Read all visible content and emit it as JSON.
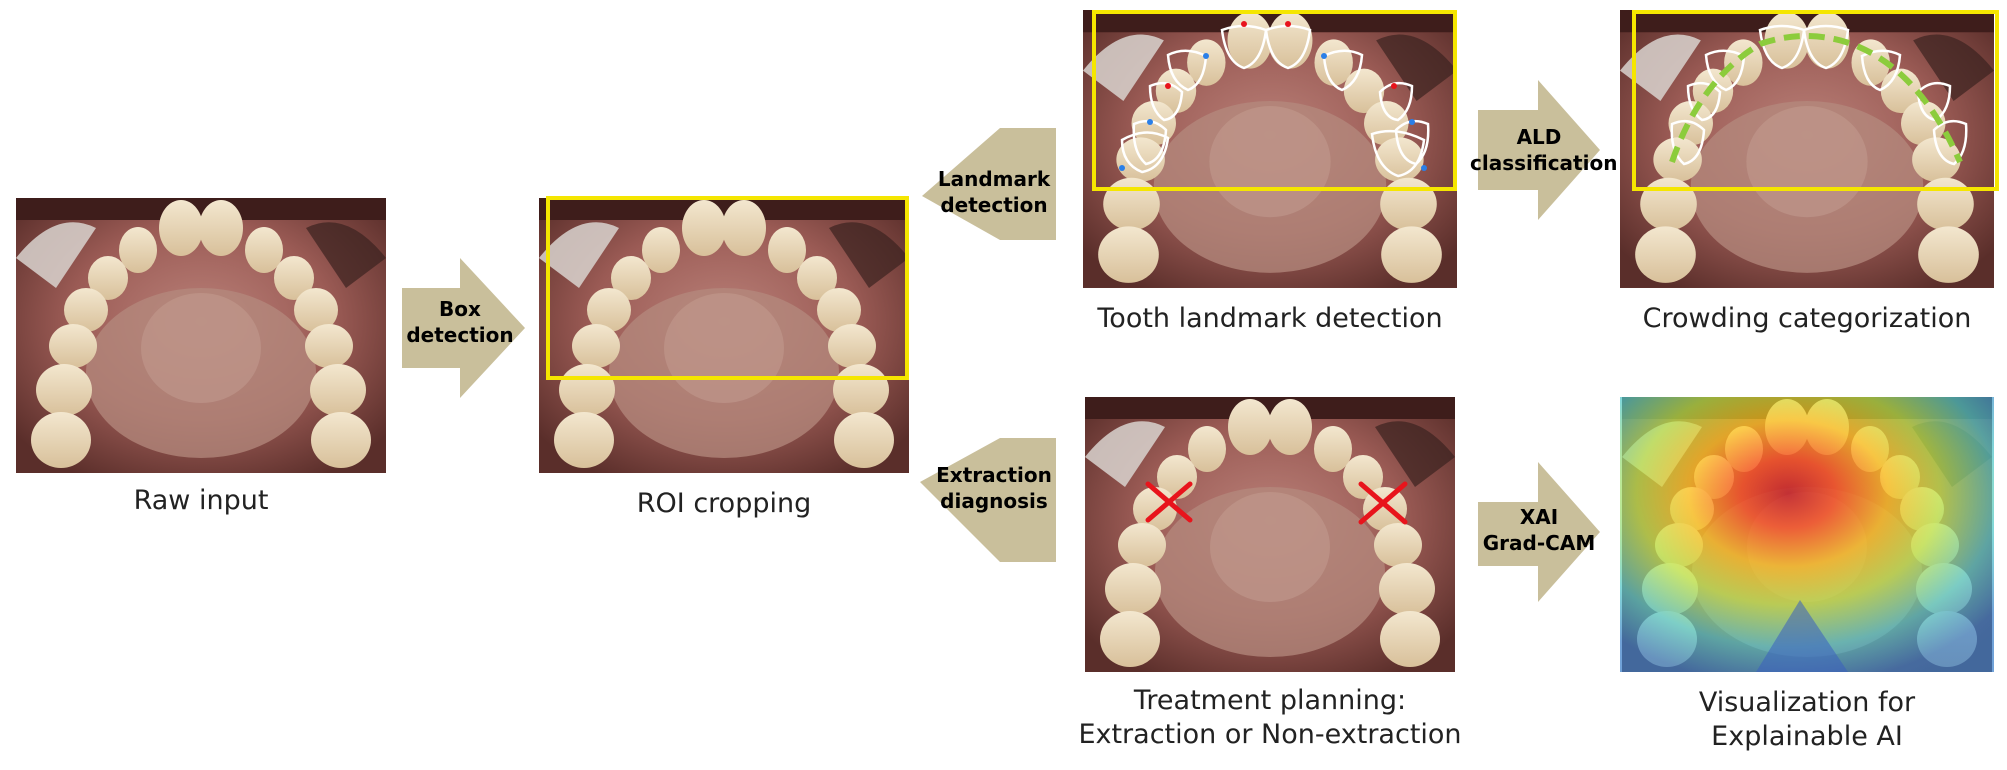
{
  "panels": {
    "raw_input": {
      "caption": "Raw input"
    },
    "roi_cropping": {
      "caption": "ROI cropping"
    },
    "tooth_landmark": {
      "caption": "Tooth landmark detection"
    },
    "crowding": {
      "caption": "Crowding categorization"
    },
    "treatment": {
      "caption_line1": "Treatment planning:",
      "caption_line2": "Extraction or Non-extraction"
    },
    "xai": {
      "caption_line1": "Visualization for",
      "caption_line2": "Explainable AI"
    }
  },
  "arrows": {
    "box_detection": {
      "line1": "Box",
      "line2": "detection"
    },
    "landmark_detection": {
      "line1": "Landmark",
      "line2": "detection"
    },
    "extraction_diagnosis": {
      "line1": "Extraction",
      "line2": "diagnosis"
    },
    "ald_classification": {
      "line1": "ALD",
      "line2": "classification"
    },
    "xai_gradcam": {
      "line1": "XAI",
      "line2": "Grad-CAM"
    }
  },
  "colors": {
    "arrow_fill": "#c9bf9b",
    "roi_box": "#f5e600",
    "extraction_mark": "#e8141c",
    "arch_line": "#8ccc3c"
  }
}
